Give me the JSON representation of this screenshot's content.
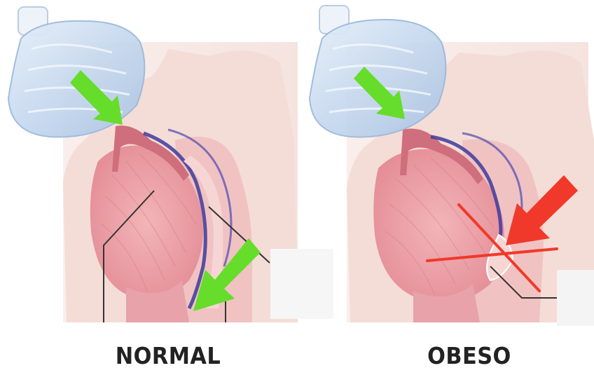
{
  "panels": [
    {
      "label": "NORMAL",
      "state": "airway-open",
      "arrow_color": "#66dd2a"
    },
    {
      "label": "OBESO",
      "state": "airway-obstructed",
      "arrow_color": "#66dd2a",
      "obstruction_color": "#f0392a"
    }
  ],
  "colors": {
    "skin": "#f3d9d2",
    "tissue": "#ea9aa3",
    "airway_blue": "#3d3a9e",
    "mask": "#c9dcf0",
    "green_arrow": "#66dd2a",
    "red_mark": "#f0392a"
  }
}
